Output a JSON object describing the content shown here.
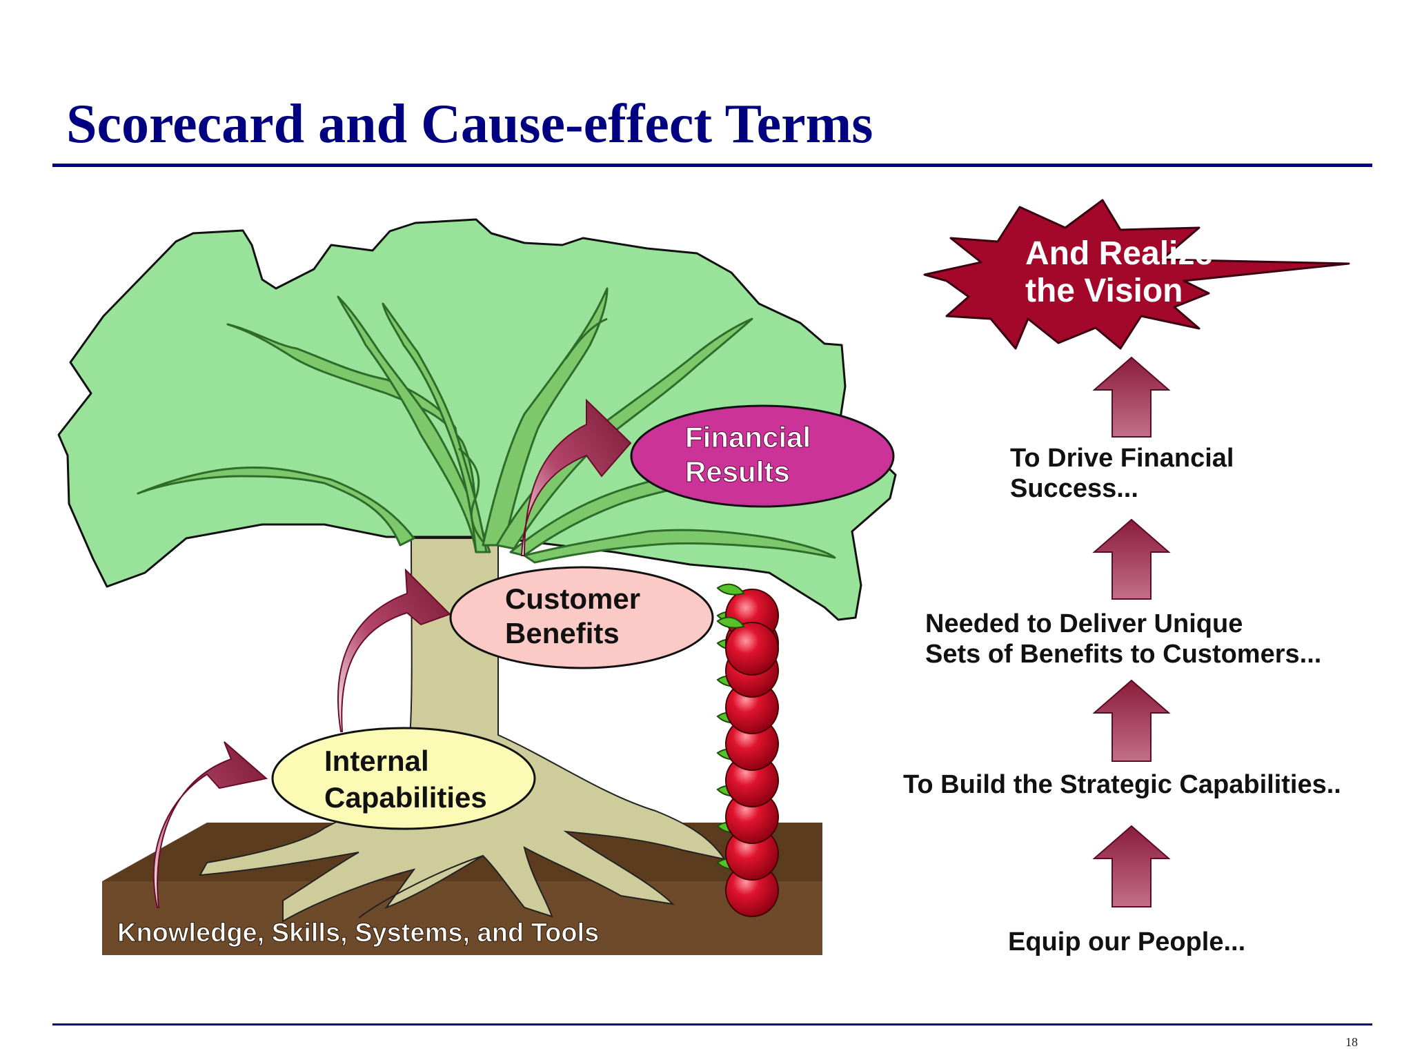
{
  "slide": {
    "title": "Scorecard and Cause-effect Terms",
    "page_number": "18"
  },
  "tree": {
    "soil_label": "Knowledge, Skills, Systems, and Tools",
    "internal": [
      "Internal",
      "Capabilities"
    ],
    "customer": [
      "Customer",
      "Benefits"
    ],
    "financial": [
      "Financial",
      "Results"
    ]
  },
  "ladder": {
    "vision": [
      "And Realize",
      "the Vision"
    ],
    "financial": [
      "To Drive Financial",
      "Success..."
    ],
    "benefits": [
      "Needed to Deliver Unique",
      "Sets of Benefits to Customers..."
    ],
    "capabilities": "To Build the Strategic Capabilities..",
    "people": "Equip our People..."
  },
  "colors": {
    "title": "#000080",
    "foliage": "#99e29a",
    "branch": "#7cc86a",
    "trunk": "#cfcc9c",
    "soil": "#6d4a2a",
    "arrow": "#8e2846",
    "starburst": "#a3082a",
    "financial_ellipse": "#cc3399",
    "customer_ellipse": "#fbc9c6",
    "internal_ellipse": "#fbfbb6",
    "apple": "#d8112c"
  }
}
